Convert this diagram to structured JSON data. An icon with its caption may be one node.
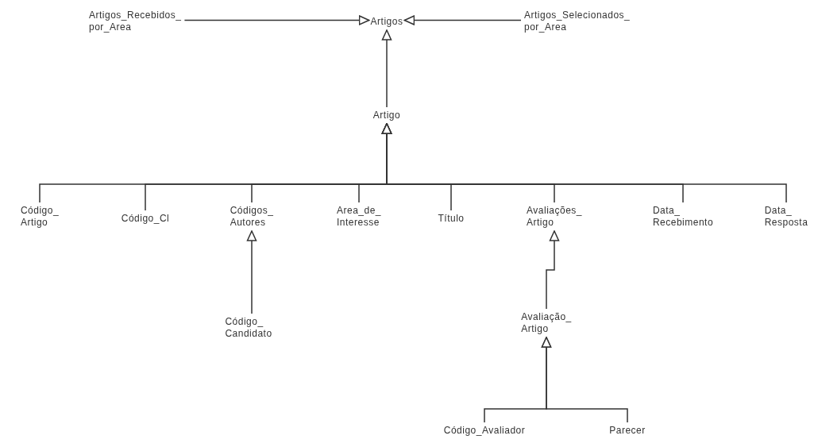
{
  "diagram": {
    "nodes": [
      {
        "text": [
          "Artigos_Recebidos_ por_Area"
        ]
      },
      {
        "text": [
          "Artigos"
        ]
      },
      {
        "text": [
          "Artigos_Selecionados_ por_Area"
        ]
      },
      {
        "text": [
          "Artigo"
        ]
      },
      {
        "text": [
          "Código_ Artigo"
        ]
      },
      {
        "text": [
          "Código_Cl"
        ]
      },
      {
        "text": [
          "Códigos_ Autores"
        ]
      },
      {
        "text": [
          "Area_de_ Interesse"
        ]
      },
      {
        "text": [
          "Título"
        ]
      },
      {
        "text": [
          "Avaliações_ Artigo"
        ]
      },
      {
        "text": [
          "Data_ Recebimento"
        ]
      },
      {
        "text": [
          "Data_ Resposta"
        ]
      },
      {
        "text": [
          "Código_ Candidato"
        ]
      },
      {
        "text": [
          "Avaliação_ Artigo"
        ]
      },
      {
        "text": [
          "Código_Avaliador"
        ]
      },
      {
        "text": [
          "Parecer"
        ]
      }
    ],
    "edges": [
      {
        "from": 0,
        "to": 1,
        "arrow": "to"
      },
      {
        "from": 2,
        "to": 1,
        "arrow": "to"
      },
      {
        "from": 3,
        "to": 1,
        "arrow": "to"
      },
      {
        "from": 4,
        "to": 3,
        "arrow": "to"
      },
      {
        "from": 5,
        "to": 3,
        "arrow": "to"
      },
      {
        "from": 6,
        "to": 3,
        "arrow": "to"
      },
      {
        "from": 7,
        "to": 3,
        "arrow": "to"
      },
      {
        "from": 8,
        "to": 3,
        "arrow": "to"
      },
      {
        "from": 9,
        "to": 3,
        "arrow": "to"
      },
      {
        "from": 10,
        "to": 3,
        "arrow": "to"
      },
      {
        "from": 11,
        "to": 3,
        "arrow": "to"
      },
      {
        "from": 12,
        "to": 6,
        "arrow": "to"
      },
      {
        "from": 13,
        "to": 9,
        "arrow": "to"
      },
      {
        "from": 14,
        "to": 13,
        "arrow": "to"
      },
      {
        "from": 15,
        "to": 13,
        "arrow": "to"
      }
    ]
  }
}
